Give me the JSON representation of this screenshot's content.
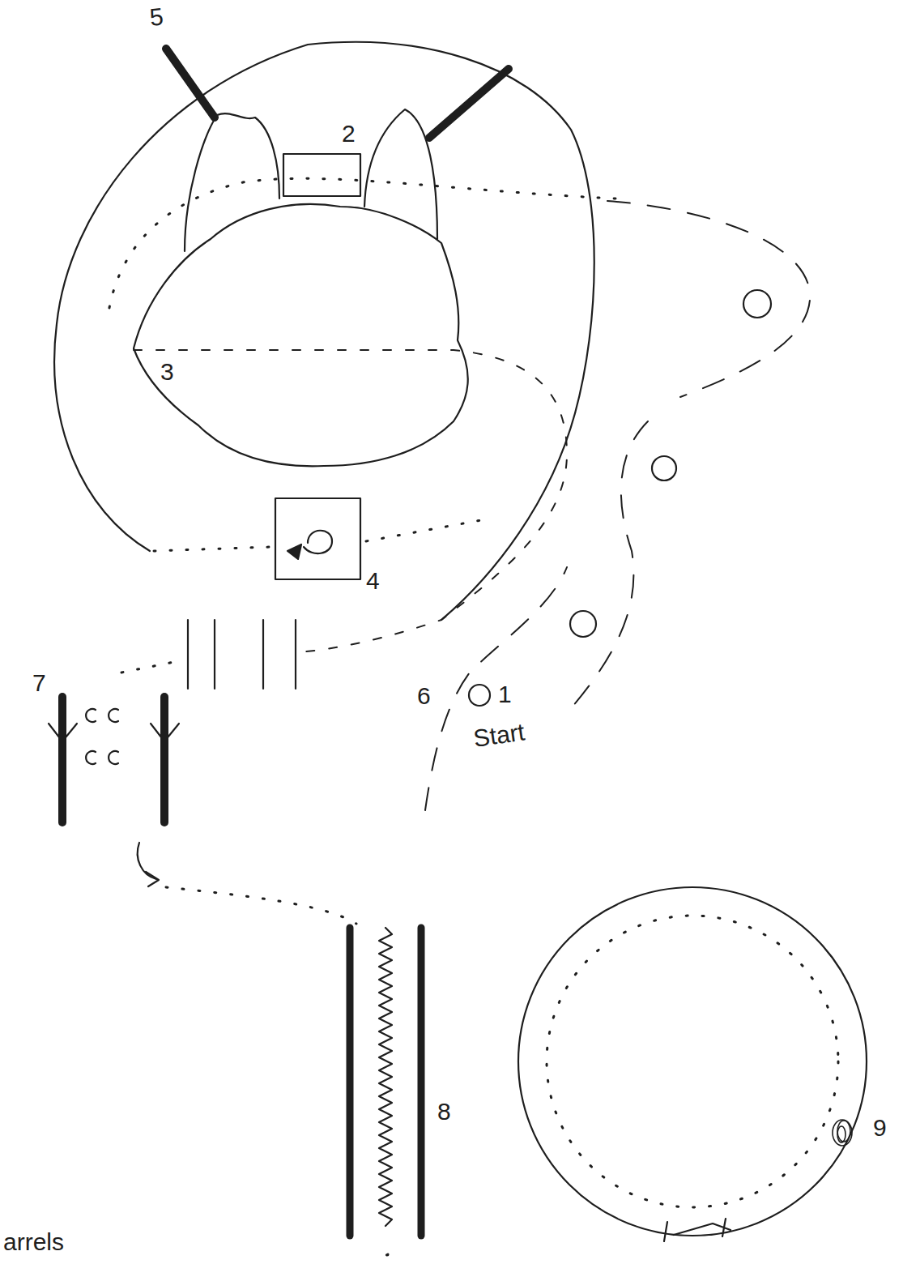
{
  "diagram": {
    "labels": [
      "5",
      "2",
      "3",
      "4",
      "6",
      "7",
      "1",
      "Start",
      "8",
      "9",
      "arrels"
    ]
  }
}
